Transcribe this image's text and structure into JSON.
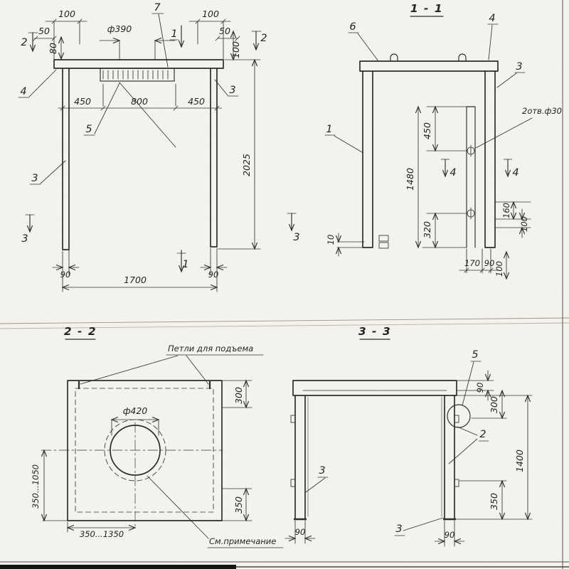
{
  "drawing": {
    "titles": {
      "section_11": "1 - 1",
      "section_22": "2 - 2",
      "section_33": "3 - 3"
    },
    "notes": {
      "lifting_loops": "Петли для подъема",
      "see_note": "См.примечание",
      "two_holes": "2отв.ф30"
    },
    "front": {
      "dim_overhang_left": "100",
      "dim_edge_left": "50",
      "dim_slab_thk": "80",
      "dim_hole": "ф390",
      "dim_overhang_right": "100",
      "dim_edge_right": "50",
      "dim_right_vert": "100",
      "dim_left_450": "450",
      "dim_mid_800": "800",
      "dim_right_450": "450",
      "dim_height": "2025",
      "dim_wall_left": "90",
      "dim_wall_right": "90",
      "dim_width": "1700",
      "pos_3_right": "3",
      "pos_3_left": "3",
      "pos_4": "4",
      "pos_5": "5",
      "pos_7": "7",
      "cut_1_top": "1",
      "cut_1_bottom": "1",
      "cut_2_left": "2",
      "cut_2_right": "2",
      "cut_3_left": "3",
      "cut_3_right": "3"
    },
    "sec11": {
      "dim_450": "450",
      "dim_1480": "1480",
      "dim_320": "320",
      "dim_160": "160",
      "dim_100_right": "100",
      "dim_10": "10",
      "dim_170": "170",
      "dim_90": "90",
      "dim_100_bottom": "100",
      "pos_1": "1",
      "pos_3": "3",
      "pos_4": "4",
      "pos_6": "6",
      "cut_4_left": "4",
      "cut_4_right": "4"
    },
    "sec22": {
      "dim_hole": "ф420",
      "dim_300": "300",
      "dim_350": "350",
      "dim_range_left": "350...1050",
      "dim_range_bottom": "350...1350"
    },
    "sec33": {
      "dim_90_top": "90",
      "dim_300": "300",
      "dim_1400": "1400",
      "dim_350": "350",
      "dim_90_left": "90",
      "dim_90_right": "90",
      "pos_2": "2",
      "pos_3_left": "3",
      "pos_3_right": "3",
      "pos_5": "5"
    }
  }
}
